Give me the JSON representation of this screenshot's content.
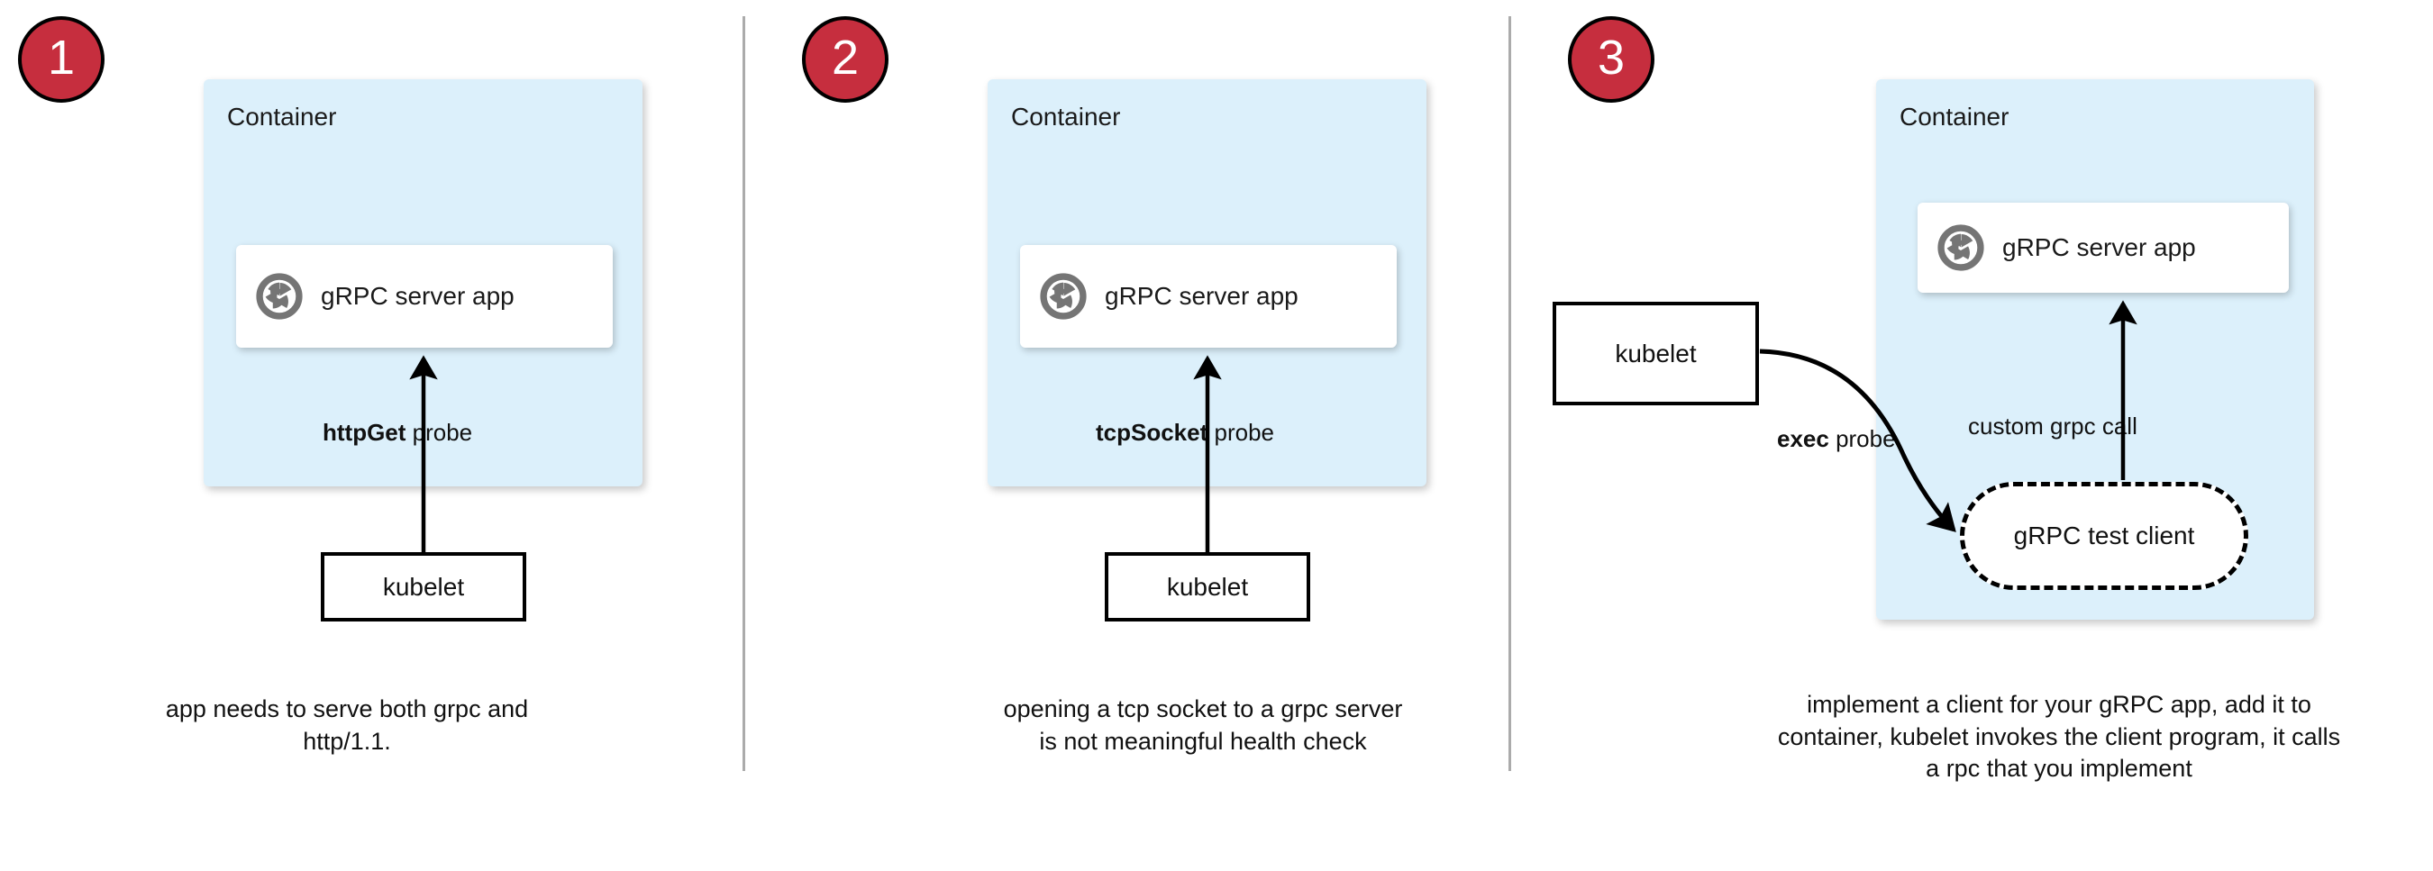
{
  "diagram": {
    "title": "Kubernetes gRPC health check probe approaches",
    "colors": {
      "badge_red": "#c62e3e",
      "container_blue": "#dcf0fb",
      "divider_gray": "#ababab",
      "icon_gray": "#757575",
      "stroke_black": "#000000"
    },
    "panels": [
      {
        "step": "1",
        "badge_name": "step-badge-1",
        "container_label": "Container",
        "app_label": "gRPC server app",
        "app_icon": "grpc-aperture-icon",
        "probe_bold": "httpGet",
        "probe_rest": " probe",
        "actor_label": "kubelet",
        "caption": "app needs to serve both grpc and http/1.1."
      },
      {
        "step": "2",
        "badge_name": "step-badge-2",
        "container_label": "Container",
        "app_label": "gRPC server app",
        "app_icon": "grpc-aperture-icon",
        "probe_bold": "tcpSocket",
        "probe_rest": " probe",
        "actor_label": "kubelet",
        "caption": "opening a tcp socket to a grpc server is not meaningful health check"
      },
      {
        "step": "3",
        "badge_name": "step-badge-3",
        "container_label": "Container",
        "app_label": "gRPC server app",
        "app_icon": "grpc-aperture-icon",
        "probe_bold": "exec",
        "probe_rest": " probe",
        "actor_label": "kubelet",
        "client_label": "gRPC test client",
        "inner_call_label": "custom grpc call",
        "caption": "implement a client for your gRPC app, add it to container, kubelet invokes the client program, it calls a rpc that you implement"
      }
    ]
  }
}
